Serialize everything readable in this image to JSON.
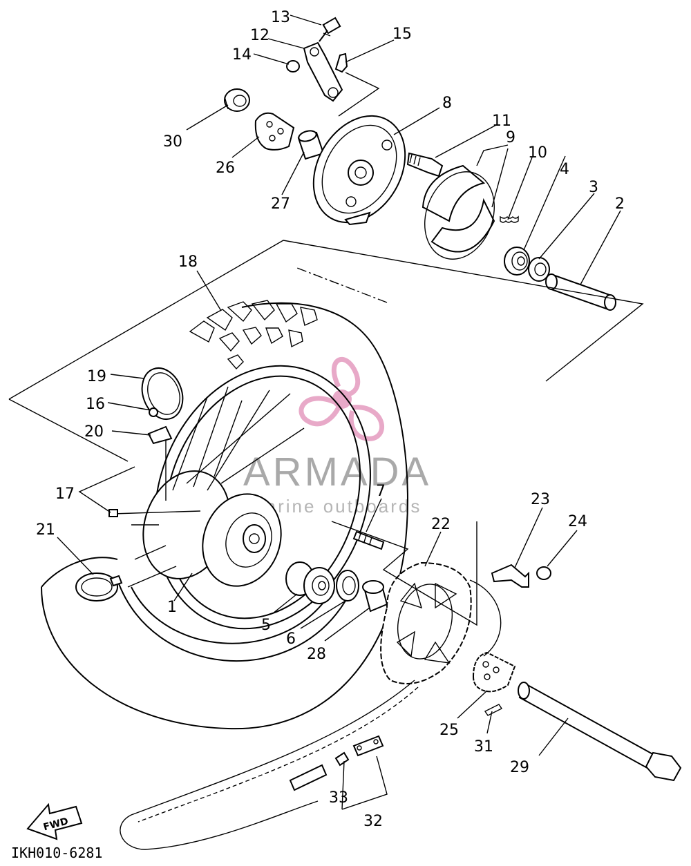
{
  "diagram": {
    "code": "IKH010-6281",
    "fwd_label": "FWD",
    "watermark": {
      "brand": "ARMADA",
      "tagline": "marine outboards",
      "accent": "#e8a9c8"
    },
    "callouts": [
      "1",
      "2",
      "3",
      "4",
      "5",
      "6",
      "7",
      "8",
      "9",
      "10",
      "11",
      "12",
      "13",
      "14",
      "15",
      "16",
      "17",
      "18",
      "19",
      "20",
      "21",
      "22",
      "23",
      "24",
      "25",
      "26",
      "27",
      "28",
      "29",
      "30",
      "31",
      "32",
      "33"
    ]
  }
}
